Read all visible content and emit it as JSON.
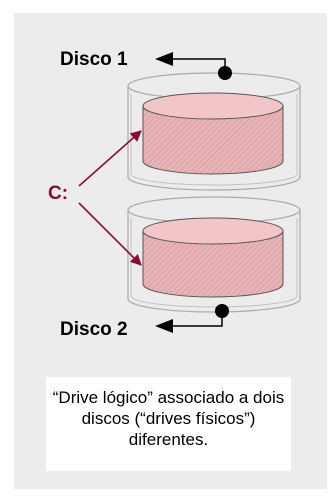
{
  "labels": {
    "disk1": "Disco 1",
    "disk2": "Disco 2",
    "logical_drive": "C:"
  },
  "caption": "“Drive lógico” associado a dois discos (“drives físicos”) diferentes.",
  "colors": {
    "panel_background": "#ececec",
    "disk_fill": "#f2c6c8",
    "disk_side": "#e3a7ab",
    "arrow": "#8b0a3a",
    "enclosure": "#a9a9a9"
  }
}
